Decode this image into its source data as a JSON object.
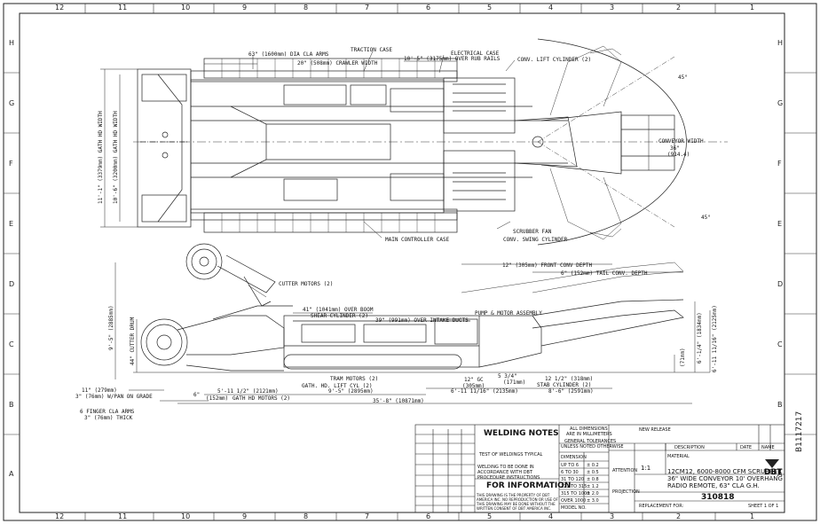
{
  "sheet": {
    "zones_top": [
      "12",
      "11",
      "10",
      "9",
      "8",
      "7",
      "6",
      "5",
      "4",
      "3",
      "2",
      "1"
    ],
    "zones_bottom": [
      "12",
      "11",
      "10",
      "9",
      "8",
      "7",
      "6",
      "5",
      "4",
      "3",
      "2",
      "1"
    ],
    "zones_left": [
      "H",
      "G",
      "F",
      "E",
      "D",
      "C",
      "B",
      "A"
    ],
    "zones_right": [
      "H",
      "G",
      "F",
      "E",
      "D",
      "C",
      "B",
      "A"
    ],
    "side_id": "B1117217"
  },
  "plan": {
    "dia_arms": "63\" (1600mm) DIA CLA ARMS",
    "traction_case": "TRACTION CASE",
    "crawler_width": "20\" (508mm) CRAWLER WIDTH",
    "electrical_case": "ELECTRICAL CASE",
    "over_rub_rails": "10'-5\" (3175mm) OVER RUB RAILS",
    "conv_lift_cyl": "CONV. LIFT CYLINDER (2)",
    "gath_hd_width_1": "11'-1\" (3379mm) GATH HD WIDTH",
    "gath_hd_width_2": "10'-6\" (3200mm) GATH HD WIDTH",
    "angle_top": "45°",
    "angle_bottom": "45°",
    "conveyor_width": "CONVEYOR WIDTH",
    "conveyor_width_val": "36\"",
    "conveyor_width_mm": "(914.4)",
    "scrubber_fan": "SCRUBBER FAN",
    "conv_swing_cyl": "CONV. SWING CYLINDER",
    "main_controller": "MAIN CONTROLLER CASE"
  },
  "side": {
    "front_conv_depth": "12\" (305mm) FRONT CONV DEPTH",
    "tail_conv_depth": "6\" (152mm) TAIL CONV. DEPTH",
    "cutter_motors": "CUTTER MOTORS (2)",
    "over_boom": "41\" (1041mm) OVER BOOM",
    "shear_cyl": "SHEAR CYLINDER (2)",
    "over_intake": "39\" (991mm) OVER INTAKE DUCTS",
    "pump_motor": "PUMP & MOTOR ASSEMBLY",
    "height_left": "9'-5\" (2885mm)",
    "cutter_drum": "44\" CUTTER DRUM",
    "height_right_1": "6'-11 11/16\" (2125mm)",
    "height_right_2": "6'-1/4\" (1834mm)",
    "height_right_3": "(71mm)",
    "gc_12": "12\" GC",
    "gc_12_mm": "(305mm)",
    "dim_534": "5 3/4\"",
    "dim_534_mm": "(171mm)",
    "dim_1212": "12 1/2\" (318mm)",
    "tram_motors": "TRAM MOTORS (2)",
    "gath_lift_cyl": "GATH. HD. LIFT CYL (2)",
    "stab_cyl": "STAB CYLINDER (2)",
    "dim_5_11": "5'-11 1/2\" (2121mm)",
    "dim_9_5": "9'-5\" (2895mm)",
    "dim_6_11": "6'-11 11/16\" (2135mm)",
    "dim_8_6": "8'-6\" (2591mm)",
    "dim_11": "11\" (279mm)",
    "pan_on_grade": "3\" (76mm) W/PAN ON GRADE",
    "dim_6": "6\"",
    "dim_6_mm": "(152mm)",
    "gath_hd_motors": "GATH HD MOTORS (2)",
    "overall_length": "35'-8\" (10871mm)",
    "finger_cla": "6 FINGER CLA ARMS",
    "finger_thick": "3\" (76mm) THICK"
  },
  "titleblock": {
    "welding_notes": "WELDING NOTES",
    "for_information": "FOR INFORMATION",
    "all_dims": "ALL DIMENSIONS",
    "are_in_mm": "ARE IN MILLIMETERS",
    "general_tol": "GENERAL TOLERANCES",
    "unless_noted": "UNLESS NOTED OTHERWISE",
    "dimension": "DIMENSION",
    "description_hdr": "DESCRIPTION",
    "date_hdr": "DATE",
    "name_hdr": "NAME",
    "new_release": "NEW RELEASE",
    "material": "MATERIAL",
    "title_line1": "12CM12, 6000-8000 CFM SCRUBBER",
    "title_line2": "36\" WIDE CONVEYOR 10' OVERHANG",
    "title_line3": "RADIO REMOTE, 63\" CLA G.H.",
    "scale": "1:1",
    "drawing_number": "310818",
    "sheet": "SHEET 1 OF 1",
    "brand": "DBT",
    "replacement_for": "REPLACEMENT FOR:",
    "model_no": "MODEL NO.",
    "projection": "PROJECTION",
    "attention": "ATTENTION",
    "weld_text": "WELDING TO BE DONE IN ACCORDANCE WITH DBT PROCEDURE INSTRUCTIONS",
    "test_text": "TEST OF WELDINGS TYPICAL",
    "tol_rows": [
      "UP TO 6",
      "6 TO 30",
      "31 TO 120",
      "121 TO 315",
      "315 TO 1000",
      "OVER 1000"
    ],
    "tol_vals": [
      "± 0.2",
      "± 0.5",
      "± 0.8",
      "± 1.2",
      "± 2.0",
      "± 3.0"
    ],
    "copyright": "THIS DRAWING IS THE PROPERTY OF DBT AMERICA INC. NO REPRODUCTION OR USE OF THIS DRAWING MAY BE DONE WITHOUT THE WRITTEN CONSENT OF DBT AMERICA INC."
  }
}
